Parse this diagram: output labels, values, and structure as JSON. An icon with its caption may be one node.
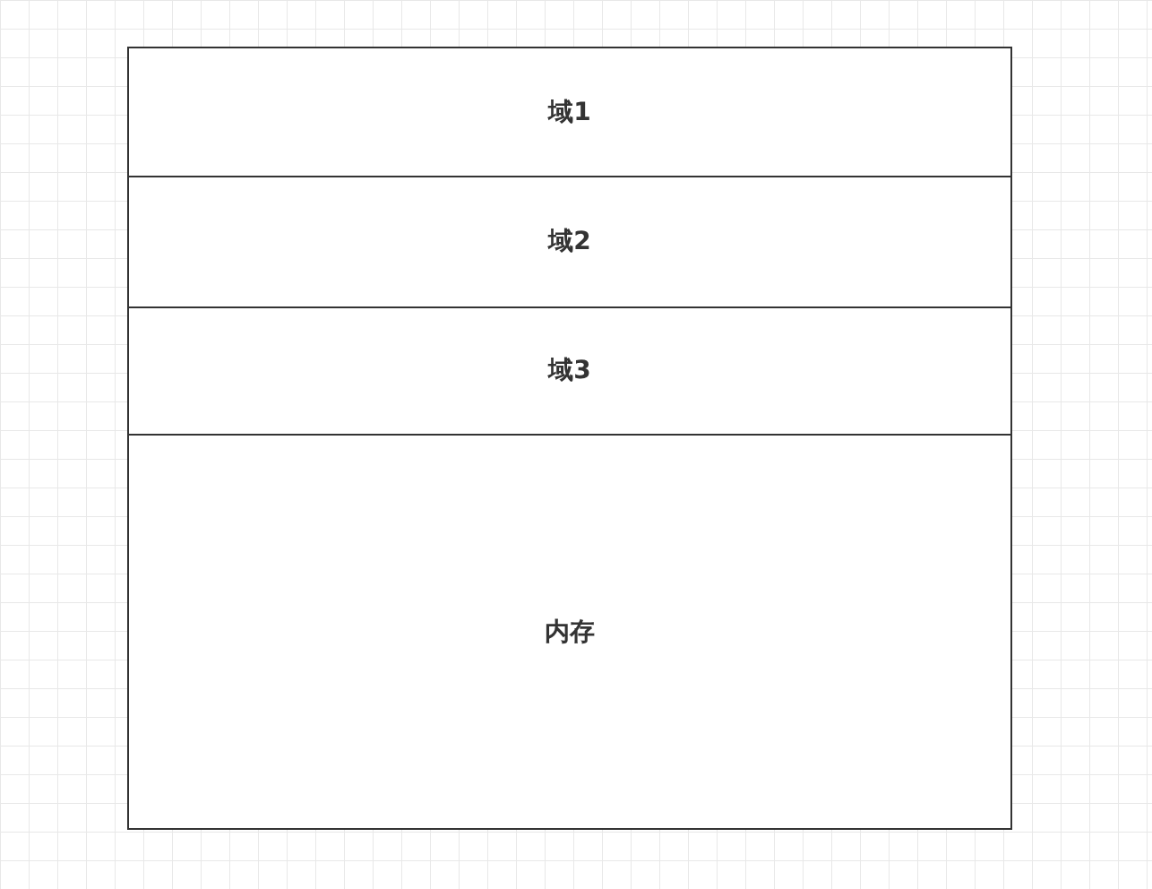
{
  "diagram": {
    "nodes": [
      {
        "text": [
          "域1"
        ]
      },
      {
        "text": [
          "域2"
        ]
      },
      {
        "text": [
          "域3"
        ]
      },
      {
        "text": [
          "内存"
        ]
      }
    ]
  }
}
